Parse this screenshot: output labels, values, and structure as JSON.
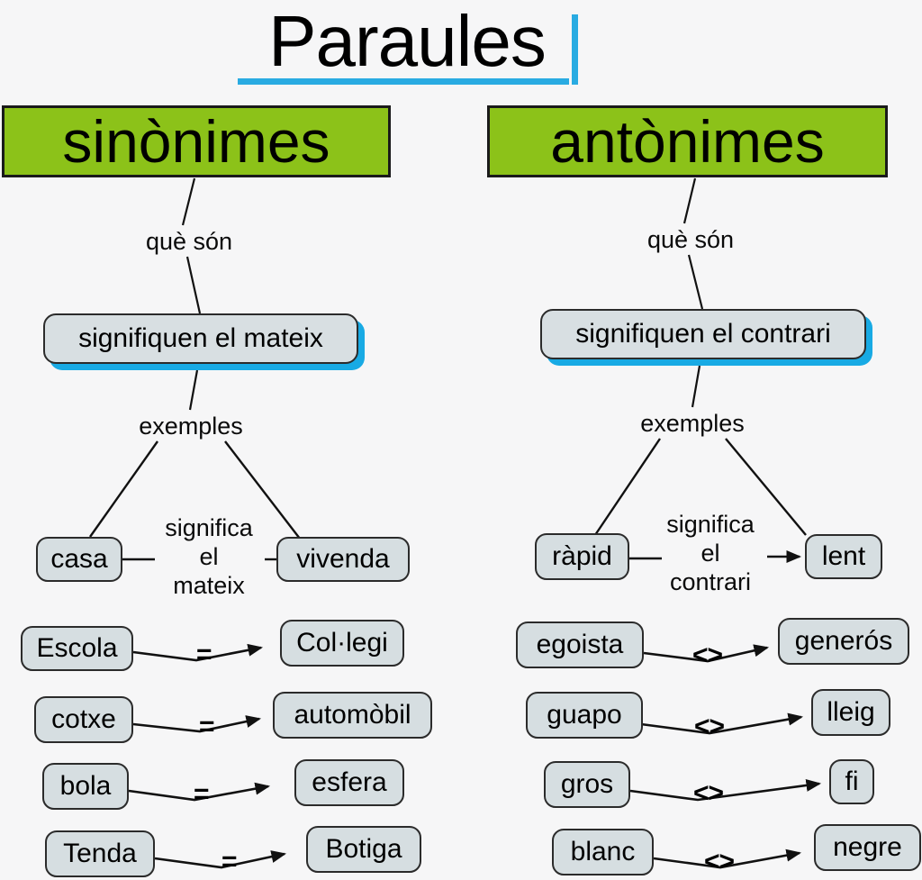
{
  "title": {
    "text": "Paraules",
    "accent_color": "#29abe2"
  },
  "colors": {
    "background": "#f6f6f7",
    "category_green": "#8cc219",
    "box_fill": "#d6dee1",
    "box_border": "#2b2b2b",
    "shadow_cyan": "#18aae4",
    "line": "#111111"
  },
  "branches": [
    {
      "id": "sinonimes",
      "category": "sinònimes",
      "question_label": "què són",
      "definition": "signifiquen el mateix",
      "examples_label": "exemples",
      "relation_label": "significa\nel\nmateix",
      "relation_label_lines": [
        "significa",
        "el",
        "mateix"
      ],
      "featured_pair": {
        "left": "casa",
        "right": "vivenda"
      },
      "relation_symbol": "=",
      "pairs": [
        {
          "left": "Escola",
          "right": "Col·legi",
          "symbol": "="
        },
        {
          "left": "cotxe",
          "right": "automòbil",
          "symbol": "="
        },
        {
          "left": "bola",
          "right": "esfera",
          "symbol": "="
        },
        {
          "left": "Tenda",
          "right": "Botiga",
          "symbol": "="
        }
      ]
    },
    {
      "id": "antonimes",
      "category": "antònimes",
      "question_label": "què són",
      "definition": "signifiquen el contrari",
      "examples_label": "exemples",
      "relation_label": "significa\nel\ncontrari",
      "relation_label_lines": [
        "significa",
        "el",
        "contrari"
      ],
      "featured_pair": {
        "left": "ràpid",
        "right": "lent"
      },
      "relation_symbol": "<>",
      "pairs": [
        {
          "left": "egoista",
          "right": "generós",
          "symbol": "<>"
        },
        {
          "left": "guapo",
          "right": "lleig",
          "symbol": "<>"
        },
        {
          "left": "gros",
          "right": "fi",
          "symbol": "<>"
        },
        {
          "left": "blanc",
          "right": "negre",
          "symbol": "<>"
        }
      ]
    }
  ]
}
